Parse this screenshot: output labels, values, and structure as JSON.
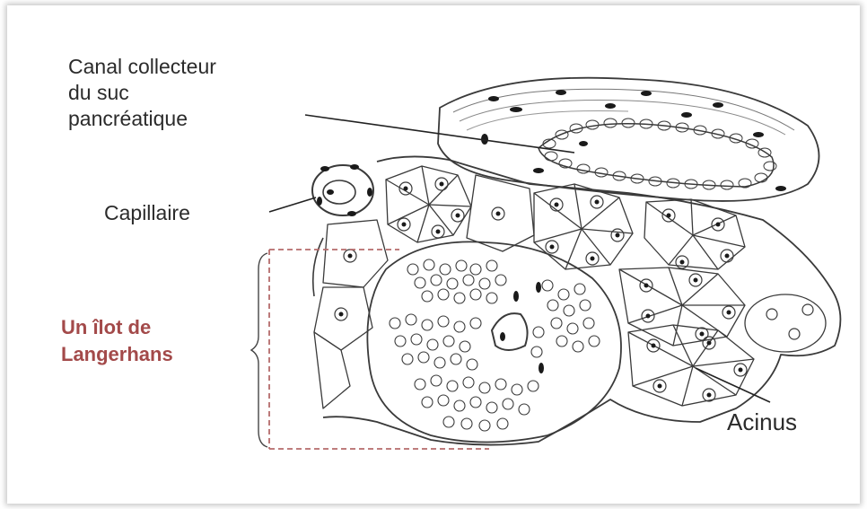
{
  "labels": {
    "collecting_duct": [
      "Canal collecteur",
      "du suc",
      "pancréatique"
    ],
    "capillary": "Capillaire",
    "islet": [
      "Un îlot de",
      "Langerhans"
    ],
    "acinus": "Acinus"
  },
  "colors": {
    "islet_label": "#a34a4a",
    "ink": "#2b2b2b",
    "bracket": "#b56b6b"
  }
}
